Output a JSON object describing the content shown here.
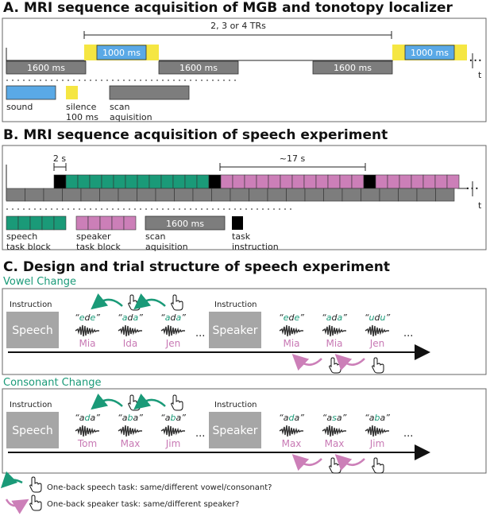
{
  "section_a": {
    "title": "A. MRI sequence acquisition of MGB and tonotopy localizer",
    "interval_label": "2, 3 or 4 TRs",
    "sound_ms": "1000 ms",
    "scan_ms": "1600 ms",
    "t_label": "t",
    "legend": {
      "sound": "sound",
      "silence_line1": "silence",
      "silence_line2": "100 ms",
      "scan_line1": "scan",
      "scan_line2": "aquisition"
    },
    "colors": {
      "sound": "#5aa9e6",
      "silence": "#f5e642",
      "scan": "#7d7d7d"
    }
  },
  "section_b": {
    "title": "B. MRI sequence acquisition of speech experiment",
    "tr_label": "2 s",
    "block_label": "~17 s",
    "t_label": "t",
    "legend": {
      "speech_line1": "speech",
      "speech_line2": "task block",
      "speaker_line1": "speaker",
      "speaker_line2": "task block",
      "scan_ms": "1600 ms",
      "scan_line1": "scan",
      "scan_line2": "aquisition",
      "task_line1": "task",
      "task_line2": "instruction"
    },
    "colors": {
      "speech": "#1a9a78",
      "speaker": "#cc7fb8",
      "instruction": "#000000",
      "scan": "#7d7d7d"
    }
  },
  "section_c": {
    "title": "C. Design and trial structure of speech experiment",
    "vowel": {
      "subtitle": "Vowel Change",
      "instruction_label": "Instruction",
      "speech_button": "Speech",
      "speaker_button": "Speaker",
      "ellipsis": "...",
      "left_trials": [
        {
          "q1": "“",
          "c1": "e",
          "m": "d",
          "c2": "e",
          "q2": "”",
          "name": "Mia"
        },
        {
          "q1": "“",
          "c1": "a",
          "m": "d",
          "c2": "a",
          "q2": "”",
          "name": "Ida"
        },
        {
          "q1": "“",
          "c1": "a",
          "m": "d",
          "c2": "a",
          "q2": "”",
          "name": "Jen"
        }
      ],
      "right_trials": [
        {
          "q1": "“",
          "c1": "e",
          "m": "d",
          "c2": "e",
          "q2": "”",
          "name": "Mia"
        },
        {
          "q1": "“",
          "c1": "a",
          "m": "d",
          "c2": "a",
          "q2": "”",
          "name": "Mia"
        },
        {
          "q1": "“",
          "c1": "u",
          "m": "d",
          "c2": "u",
          "q2": "”",
          "name": "Jen"
        }
      ]
    },
    "consonant": {
      "subtitle": "Consonant Change",
      "instruction_label": "Instruction",
      "speech_button": "Speech",
      "speaker_button": "Speaker",
      "ellipsis": "...",
      "left_trials": [
        {
          "q1": "“a",
          "c1": "",
          "m": "d",
          "c2": "",
          "q2": "a”",
          "name": "Tom"
        },
        {
          "q1": "“a",
          "c1": "",
          "m": "b",
          "c2": "",
          "q2": "a”",
          "name": "Max"
        },
        {
          "q1": "“a",
          "c1": "",
          "m": "b",
          "c2": "",
          "q2": "a”",
          "name": "Jim"
        }
      ],
      "right_trials": [
        {
          "q1": "“a",
          "c1": "",
          "m": "d",
          "c2": "",
          "q2": "a”",
          "name": "Max"
        },
        {
          "q1": "“a",
          "c1": "",
          "m": "s",
          "c2": "",
          "q2": "a”",
          "name": "Max"
        },
        {
          "q1": "“a",
          "c1": "",
          "m": "b",
          "c2": "",
          "q2": "a”",
          "name": "Jim"
        }
      ]
    },
    "legend": {
      "speech_task": "One-back speech task: same/different vowel/consonant?",
      "speaker_task": "One-back speaker task: same/different speaker?"
    },
    "colors": {
      "speech": "#1a9a78",
      "speaker": "#cc7fb8",
      "button": "#a6a6a6"
    }
  }
}
